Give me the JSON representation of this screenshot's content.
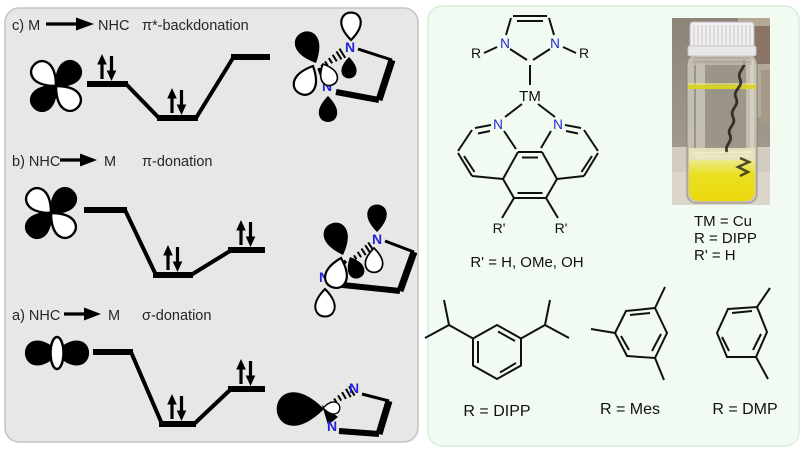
{
  "atoms": {
    "nitrogen": "N",
    "r_group": "R",
    "r_prime": "R'",
    "metal": "TM"
  },
  "left_panel": {
    "sections": [
      {
        "id": "c",
        "from": "c) M",
        "to": "NHC",
        "process": "π*-backdonation"
      },
      {
        "id": "b",
        "from": "b) NHC",
        "to": "M",
        "process": "π-donation"
      },
      {
        "id": "a",
        "from": "a) NHC",
        "to": "M",
        "process": "σ-donation"
      }
    ]
  },
  "right_panel": {
    "r_prime_caption": "R' = H, OMe, OH",
    "vial_caption": {
      "line1": "TM = Cu",
      "line2": "R = DIPP",
      "line3": "R' = H"
    },
    "substituents": [
      {
        "label": "R = DIPP"
      },
      {
        "label": "R = Mes"
      },
      {
        "label": "R = DMP"
      }
    ]
  },
  "colors": {
    "nitrogen_blue": "#2323d8",
    "left_panel_bg": "#e7e7e6",
    "right_panel_bg": "#f1fbf2",
    "liquid_yellow": "#e9df1c"
  }
}
